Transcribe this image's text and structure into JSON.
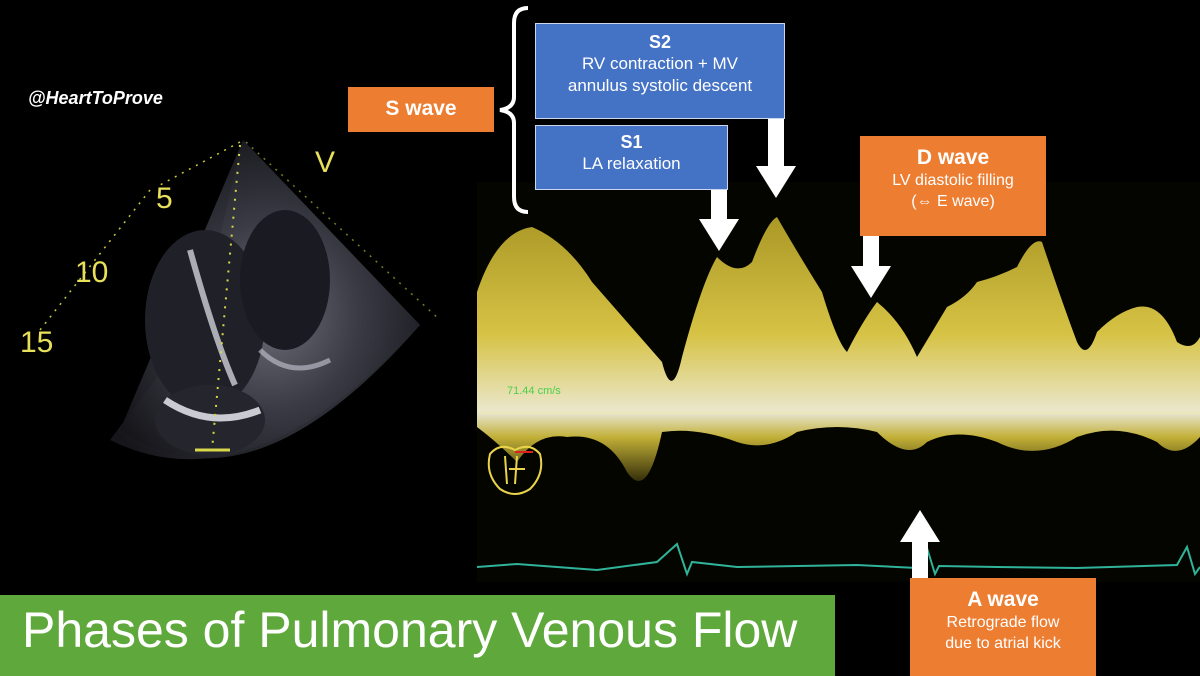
{
  "handle": "@HeartToProve",
  "echo": {
    "scale_labels": [
      "5",
      "10",
      "15"
    ],
    "view_marker": "V"
  },
  "doppler": {
    "velocity_readout": "71.44 cm/s"
  },
  "s_wave": {
    "label": "S wave"
  },
  "s2": {
    "title": "S2",
    "line1": "RV contraction + MV",
    "line2": "annulus systolic descent"
  },
  "s1": {
    "title": "S1",
    "line1": "LA relaxation"
  },
  "d_wave": {
    "title": "D wave",
    "line1": "LV diastolic filling",
    "line2": "(⇔ E wave)"
  },
  "a_wave": {
    "title": "A wave",
    "line1": "Retrograde flow",
    "line2": "due to atrial kick"
  },
  "banner": {
    "title": "Phases of Pulmonary Venous Flow"
  },
  "colors": {
    "blue_box": "#4472c4",
    "orange_box": "#ed7d31",
    "banner_green": "#5fa83b",
    "doppler_yellow": "#e8d34a"
  }
}
